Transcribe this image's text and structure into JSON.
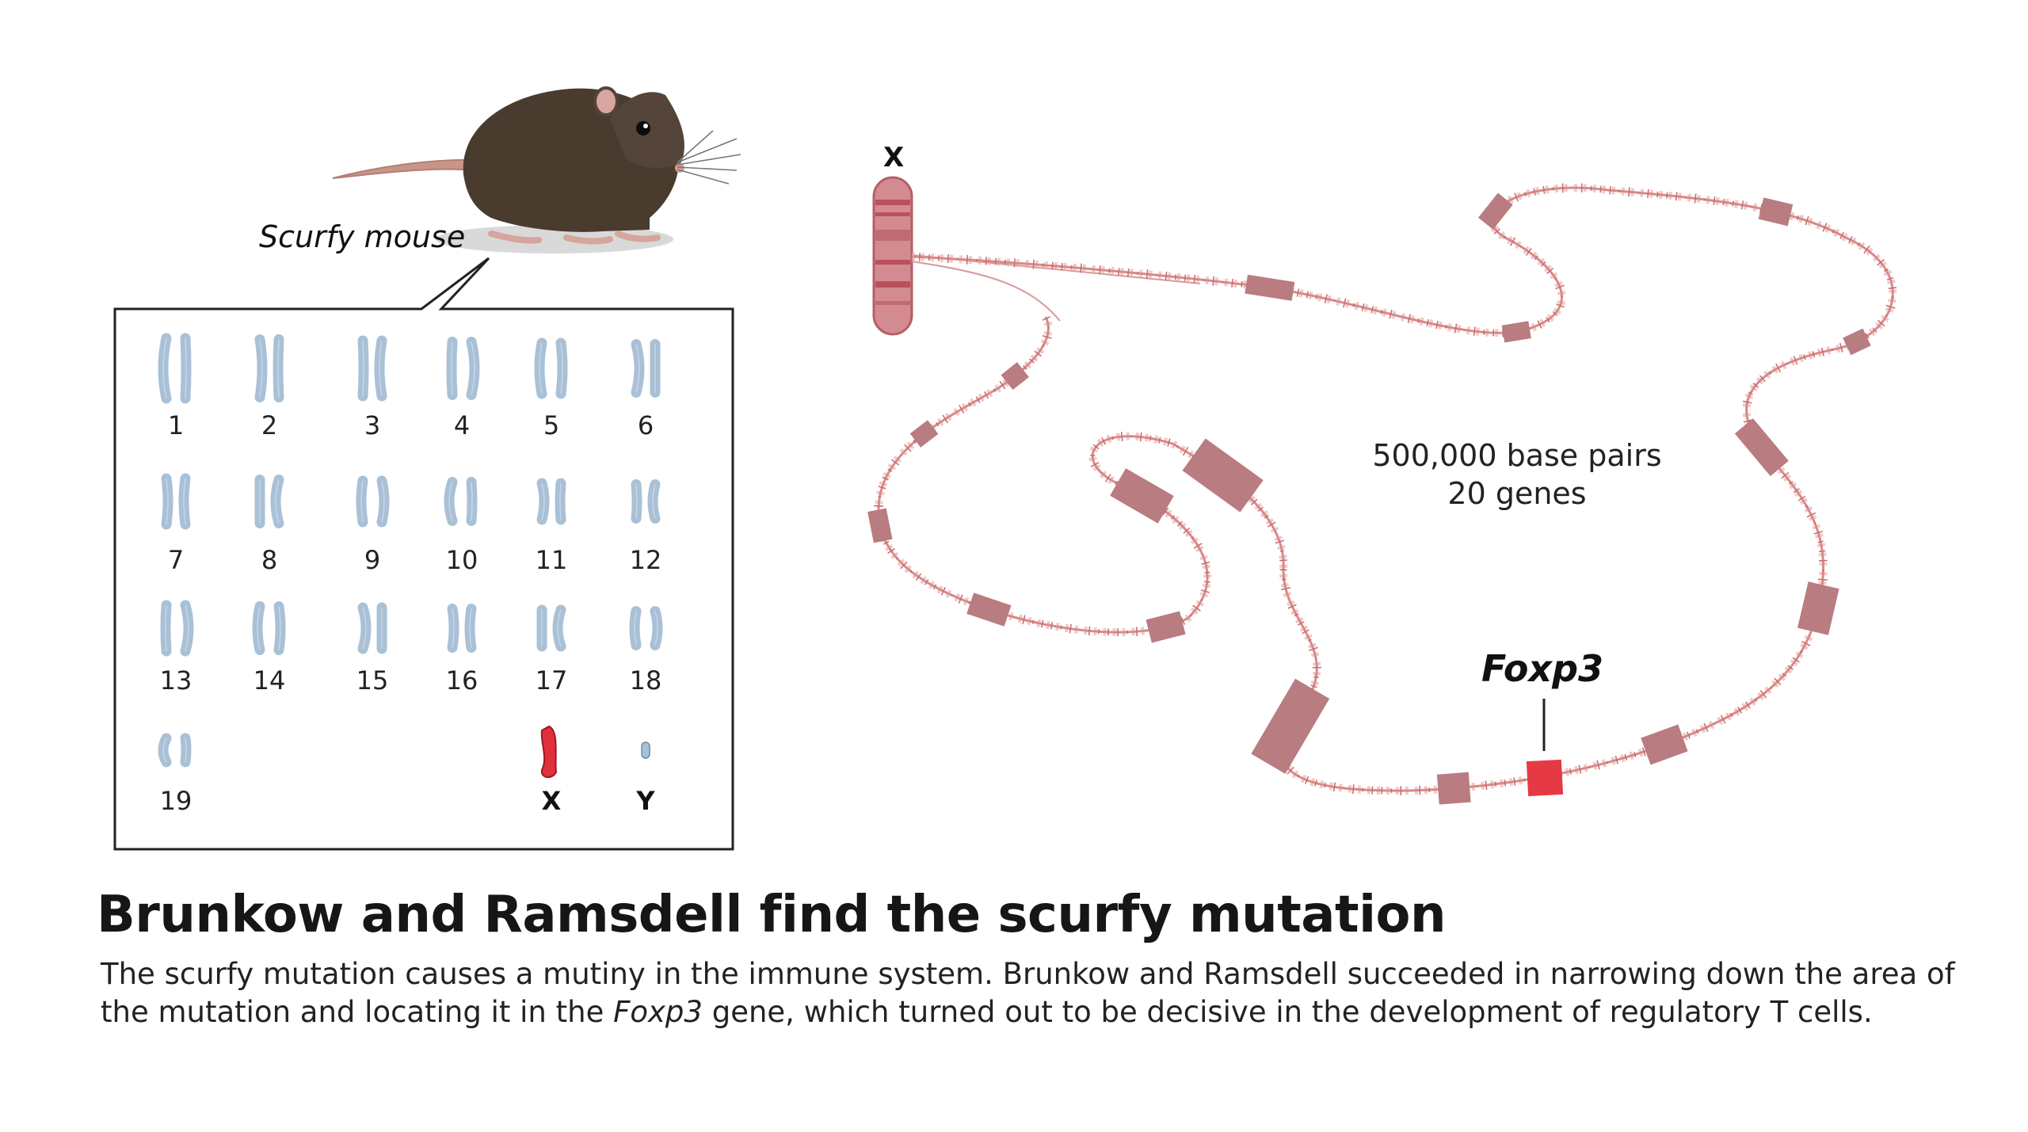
{
  "mouse": {
    "label": "Scurfy mouse"
  },
  "karyotype": {
    "chromosomes": [
      "1",
      "2",
      "3",
      "4",
      "5",
      "6",
      "7",
      "8",
      "9",
      "10",
      "11",
      "12",
      "13",
      "14",
      "15",
      "16",
      "17",
      "18",
      "19",
      "X",
      "Y"
    ],
    "highlighted": "X"
  },
  "x_chromosome": {
    "label": "X"
  },
  "region": {
    "base_pairs": "500,000 base pairs",
    "genes": "20 genes"
  },
  "gene": {
    "name": "Foxp3"
  },
  "title": "Brunkow and Ramsdell find the scurfy mutation",
  "caption": {
    "part1": "The scurfy mutation causes a mutiny in the immune system. Brunkow and Ramsdell succeeded in narrowing down the area of the mutation and locating it in the ",
    "gene": "Foxp3",
    "part2": " gene, which turned out to be decisive in the development of regulatory T cells."
  },
  "colors": {
    "chromosome": "#a9c1d6",
    "highlight": "#e0303c",
    "gene_block": "#b97c80",
    "dna": "#d88a8a"
  }
}
